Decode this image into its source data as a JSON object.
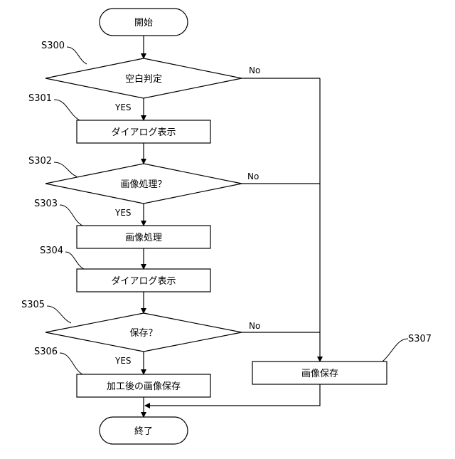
{
  "start": {
    "label": "開始"
  },
  "end": {
    "label": "終了"
  },
  "decisions": {
    "s300": {
      "step": "S300",
      "label": "空白判定",
      "yes": "YES",
      "no": "No"
    },
    "s302": {
      "step": "S302",
      "label": "画像処理？",
      "yes": "YES",
      "no": "No"
    },
    "s305": {
      "step": "S305",
      "label": "保存？",
      "yes": "YES",
      "no": "No"
    }
  },
  "processes": {
    "s301": {
      "step": "S301",
      "label": "ダイアログ表示"
    },
    "s303": {
      "step": "S303",
      "label": "画像処理"
    },
    "s304": {
      "step": "S304",
      "label": "ダイアログ表示"
    },
    "s306": {
      "step": "S306",
      "label": "加工後の画像保存"
    },
    "s307": {
      "step": "S307",
      "label": "画像保存"
    }
  }
}
